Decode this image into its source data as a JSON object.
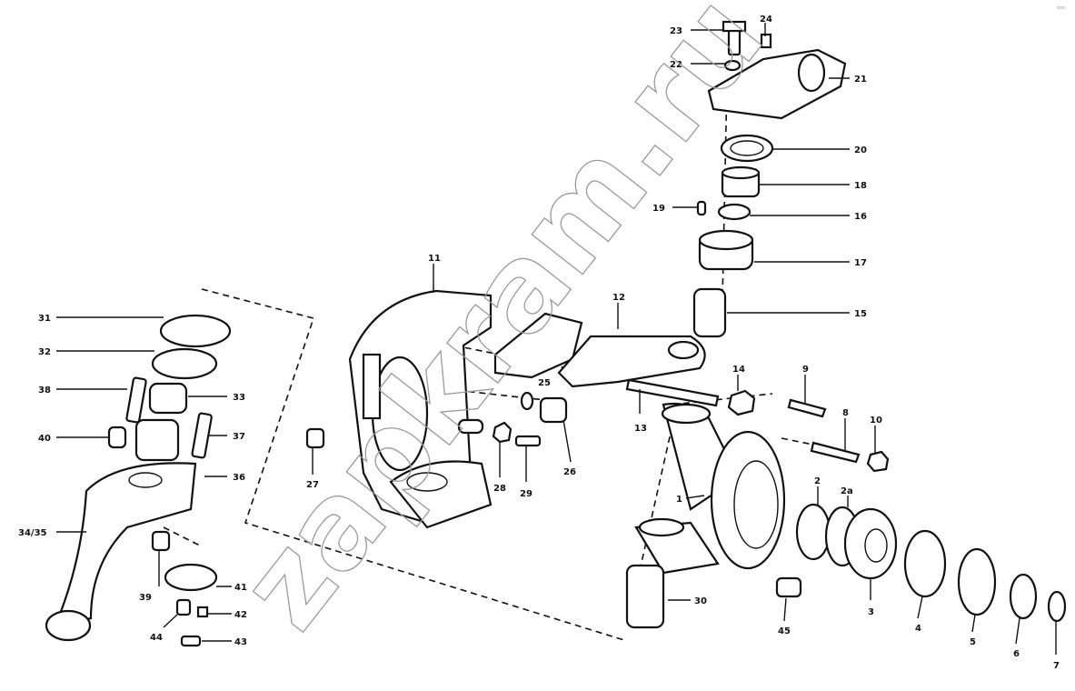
{
  "diagram": {
    "title": "Steering knuckle exploded view",
    "watermark": "zapkram.ru",
    "corner_mark": "ooo",
    "part_labels": {
      "p1": "1",
      "p2": "2",
      "p2a": "2a",
      "p3": "3",
      "p4": "4",
      "p5": "5",
      "p6": "6",
      "p7": "7",
      "p8": "8",
      "p9": "9",
      "p10": "10",
      "p11": "11",
      "p12": "12",
      "p13": "13",
      "p14": "14",
      "p15": "15",
      "p16": "16",
      "p17": "17",
      "p18": "18",
      "p19": "19",
      "p20": "20",
      "p21": "21",
      "p22": "22",
      "p23": "23",
      "p24": "24",
      "p25": "25",
      "p26": "26",
      "p27": "27",
      "p28": "28",
      "p29": "29",
      "p30": "30",
      "p31": "31",
      "p32": "32",
      "p33": "33",
      "p3435": "34/35",
      "p36": "36",
      "p37": "37",
      "p38": "38",
      "p39": "39",
      "p40": "40",
      "p41": "41",
      "p42": "42",
      "p43": "43",
      "p44": "44",
      "p45": "45"
    }
  }
}
